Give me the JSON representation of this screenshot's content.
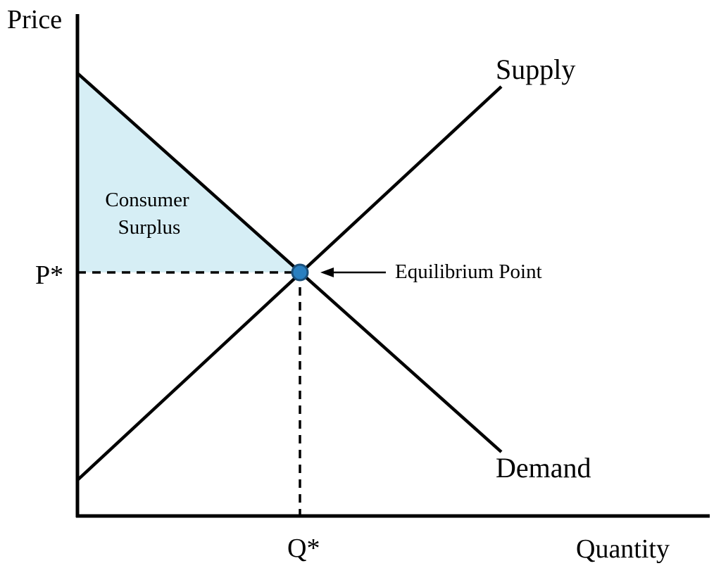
{
  "axes": {
    "y_label": "Price",
    "x_label": "Quantity"
  },
  "curves": {
    "supply_label": "Supply",
    "demand_label": "Demand"
  },
  "equilibrium": {
    "price_label": "P*",
    "quantity_label": "Q*",
    "point_label": "Equilibrium Point"
  },
  "region": {
    "label_line1": "Consumer",
    "label_line2": "Surplus"
  },
  "colors": {
    "surplus_fill": "#d6eef5",
    "point_fill": "#2a7fbf",
    "point_stroke": "#1a4f7a",
    "line": "#000000"
  }
}
